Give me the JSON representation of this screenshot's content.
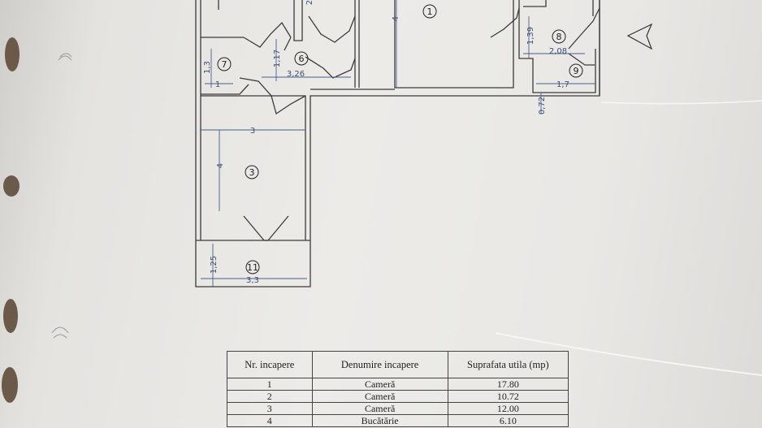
{
  "plan": {
    "rooms": [
      {
        "id": "1",
        "label": "1"
      },
      {
        "id": "3",
        "label": "3"
      },
      {
        "id": "6",
        "label": "6"
      },
      {
        "id": "7",
        "label": "7"
      },
      {
        "id": "8",
        "label": "8"
      },
      {
        "id": "9",
        "label": "9"
      },
      {
        "id": "11",
        "label": "11"
      }
    ],
    "dimensions": {
      "d_1_3": "1,3",
      "d_1": "1",
      "d_1_17": "1,17",
      "d_3_26": "3,26",
      "d_2": "2",
      "d_4_top": "4",
      "d_1_39": "1,39",
      "d_2_08": "2,08",
      "d_1_7": "1,7",
      "d_0_72": "0,72",
      "d_3": "3",
      "d_4_left": "4",
      "d_1_25": "1,25",
      "d_3_3": "3,3"
    }
  },
  "table": {
    "headers": [
      "Nr. incapere",
      "Denumire incapere",
      "Suprafata utila (mp)"
    ],
    "rows": [
      [
        "1",
        "Cameră",
        "17.80"
      ],
      [
        "2",
        "Cameră",
        "10.72"
      ],
      [
        "3",
        "Cameră",
        "12.00"
      ],
      [
        "4",
        "Bucătărie",
        "6.10"
      ]
    ]
  }
}
